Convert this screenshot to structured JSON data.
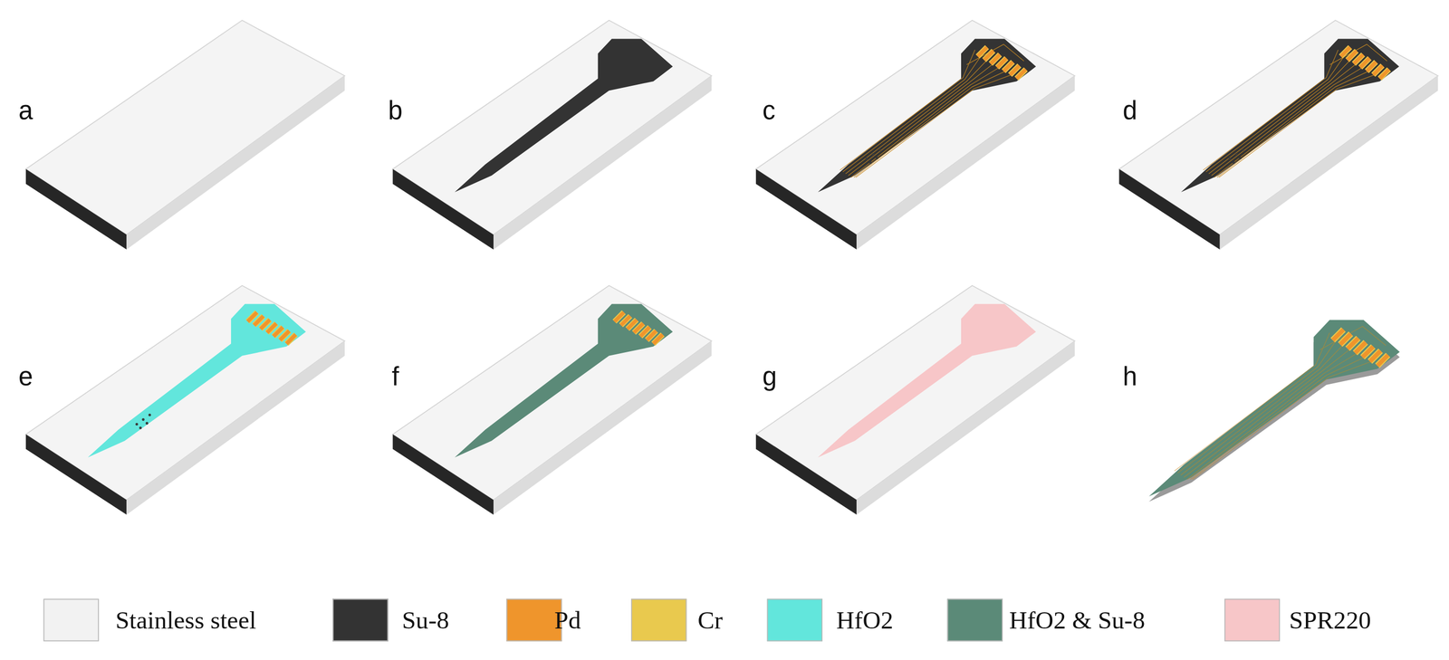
{
  "diagram": {
    "labels": [
      "a",
      "b",
      "c",
      "d",
      "e",
      "f",
      "g",
      "h"
    ],
    "legend": [
      {
        "text": "Stainless steel",
        "color": "#f2f2f2"
      },
      {
        "text": "Su-8",
        "color": "#333333"
      },
      {
        "text": "Pd",
        "color": "#ef952c"
      },
      {
        "text": "Cr",
        "color": "#e9c94e"
      },
      {
        "text": "HfO2",
        "color": "#62e6dc"
      },
      {
        "text": "HfO2 & Su-8",
        "color": "#5b8a78"
      },
      {
        "text": "SPR220",
        "color": "#f7c6c8"
      }
    ]
  }
}
